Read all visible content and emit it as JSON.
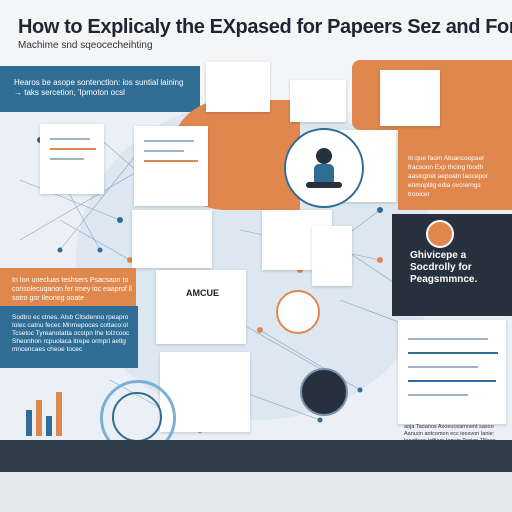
{
  "header": {
    "title": "How to Explicaly the EXpased for Papeers Sez and Forleiction",
    "subtitle": "Machime snd sqeocecheihting"
  },
  "panels": {
    "top_left_blue": "Hearos be asope sontenctlon: ios suntial laining → taks sercetion, 'Ipmoton ocsl",
    "right_orange": "In:que faom Atoancoopaer fracsoon Exp thcing foodh aasicgnet aepoatn laocepor enmoptilg edia ovcrerngs trooicer",
    "dark_card": "Ghivicepe a Socdrolly for Peagsmmnce.",
    "left_orange": "In Ion uoecluas teshsers Psacsaon to consolecuqanon fer tmey ioc eaaprof ll sotro gor Ileoneg ooate",
    "left_blue": "Sodtro ec ctnes. Alsb Cltsdenno rpeapro Iolec catnu fecec Mnrnepoces cottaco:ol Tcsetoc Tyreanotatta ocstpn Ihe tolzcooc Sheonhon rcpuolaca ltrepe ormprl aetlg mncencaes cheoe tocec",
    "bottom_caption": "aoja Taoanos Axoeuceamnent sasoo Aanuon aotcomon ecc ieosvon Ianie: Iecatleco Ioftlaro Iopuio Tooicn Tlllace Ecn lirepoleeno tes",
    "center_label": "AMCUE"
  }
}
